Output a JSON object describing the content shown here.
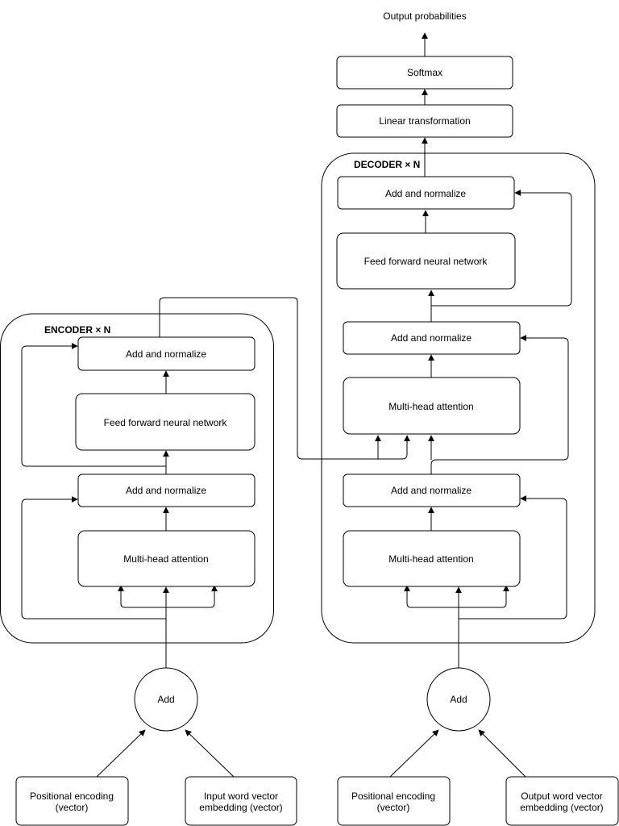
{
  "output_label": "Output probabilities",
  "softmax": "Softmax",
  "linear": "Linear transformation",
  "encoder": {
    "title": "ENCODER × N",
    "add_norm_top": "Add and normalize",
    "feed_forward": "Feed forward neural network",
    "add_norm_bottom": "Add and normalize",
    "attention": "Multi-head attention",
    "add": "Add",
    "pos_line1": "Positional encoding",
    "pos_line2": "(vector)",
    "embed_line1": "Input word vector",
    "embed_line2": "embedding (vector)"
  },
  "decoder": {
    "title": "DECODER × N",
    "add_norm_top": "Add and normalize",
    "feed_forward": "Feed forward neural network",
    "add_norm_mid": "Add and normalize",
    "attention_mid": "Multi-head attention",
    "add_norm_bottom": "Add and normalize",
    "attention_bottom": "Multi-head attention",
    "add": "Add",
    "pos_line1": "Positional encoding",
    "pos_line2": "(vector)",
    "embed_line1": "Output word vector",
    "embed_line2": "embedding (vector)"
  }
}
